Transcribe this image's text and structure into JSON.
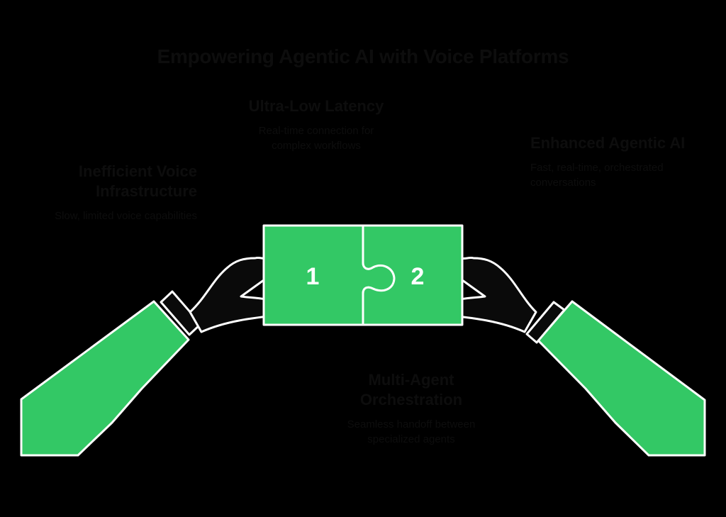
{
  "title": "Empowering Agentic AI with Voice Platforms",
  "colors": {
    "background": "#000000",
    "puzzle_green": "#33C865",
    "outline": "#FFFFFF",
    "hand": "#0A0A0A",
    "text": "#0D0D0D"
  },
  "blocks": {
    "left": {
      "heading": "Inefficient Voice Infrastructure",
      "description": "Slow, limited voice capabilities"
    },
    "top": {
      "heading": "Ultra-Low Latency",
      "description": "Real-time connection for complex workflows"
    },
    "right": {
      "heading": "Enhanced Agentic AI",
      "description": "Fast, real-time, orchestrated conversations"
    },
    "bottom": {
      "heading": "Multi-Agent Orchestration",
      "description": "Seamless handoff between specialized agents"
    }
  },
  "puzzle": {
    "piece1_label": "1",
    "piece2_label": "2"
  }
}
